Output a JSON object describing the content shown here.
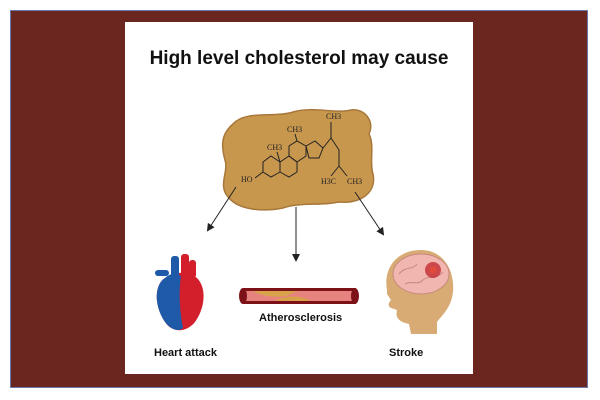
{
  "colors": {
    "background": "#6b2620",
    "panel": "#ffffff",
    "cholesterol_blob": "#c8974e",
    "artery_red": "#b5202a",
    "heart_blue": "#1f5aa8",
    "heart_red": "#d21f2b",
    "brain_pink": "#f2b6b1"
  },
  "title": "High level cholesterol may cause",
  "molecule": {
    "labels": [
      "CH3",
      "CH3",
      "CH3",
      "HO",
      "H3C",
      "CH3"
    ]
  },
  "outcomes": [
    {
      "label": "Heart attack",
      "icon": "heart-icon"
    },
    {
      "label": "Atherosclerosis",
      "icon": "artery-icon"
    },
    {
      "label": "Stroke",
      "icon": "brain-head-icon"
    }
  ]
}
